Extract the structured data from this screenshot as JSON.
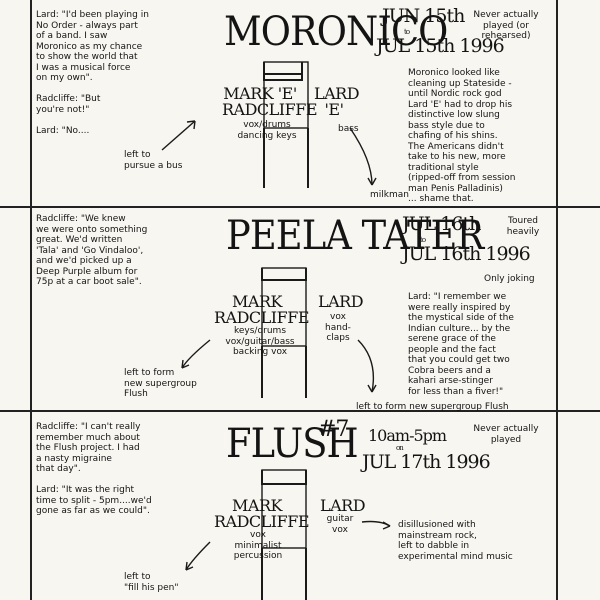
{
  "blocks": [
    {
      "title": "MORONICO",
      "date_from": "JUN 15th",
      "date_sep": "to",
      "date_to": "JUL 15th 1996",
      "status": "Never actually\nplayed (or\nrehearsed)",
      "left_quote": "Lard: \"I'd been playing in\nNo Order - always part\nof a band. I saw\nMoronico as my chance\nto show the world that\nI was a musical force\non my own\".\n\nRadcliffe: \"But\nyou're not!\"\n\nLard: \"No....",
      "right_text": "Moronico looked like\ncleaning up Stateside -\nuntil Nordic rock god\nLard 'E' had to drop his\ndistinctive low slung\nbass style due to\nchafing of his shins.\nThe Americans didn't\ntake to his new, more\ntraditional style\n(ripped-off from session\nman Penis Palladinis)\n... shame that.",
      "member1_name": "MARK 'E'\nRADCLIFFE",
      "member1_role": "vox/drums\ndancing keys",
      "member1_exit": "left to\npursue a bus",
      "member2_name": "LARD\n'E'",
      "member2_role": "bass",
      "member2_exit": "milkman"
    },
    {
      "title": "PEELA TATER",
      "date_from": "JUL 16th",
      "date_sep": "to",
      "date_to": "JUL 16th 1996",
      "status": "Toured\nheavily",
      "status2": "Only joking",
      "left_quote": "Radcliffe: \"We knew\nwe were onto something\ngreat. We'd written\n'Tala' and 'Go Vindaloo',\nand we'd picked up a\nDeep Purple album for\n75p at a car boot sale\".",
      "right_text": "Lard: \"I remember we\nwere really inspired by\nthe mystical side of the\nIndian culture... by the\nserene grace of the\npeople and the fact\nthat you could get two\nCobra beers and a\nkahari arse-stinger\nfor less than a fiver!\"",
      "member1_name": "MARK\nRADCLIFFE",
      "member1_role": "keys/drums\nvox/guitar/bass\nbacking vox",
      "member1_exit": "left to form\nnew supergroup\nFlush",
      "member2_name": "LARD",
      "member2_role": "vox\nhand-\nclaps",
      "member2_exit": "left to form new supergroup Flush"
    },
    {
      "title": "FLUSH",
      "number": "#7",
      "date_from": "10am-5pm",
      "date_sep": "on",
      "date_to": "JUL 17th 1996",
      "status": "Never actually\nplayed",
      "left_quote": "Radcliffe: \"I can't really\nremember much about\nthe Flush project. I had\na nasty migraine\nthat day\".\n\nLard: \"It was the right\ntime to split - 5pm....we'd\ngone as far as we could\".",
      "member1_name": "MARK\nRADCLIFFE",
      "member1_role": "vox\nminimalist\npercussion",
      "member1_exit": "left to\n\"fill his pen\"",
      "member2_name": "LARD",
      "member2_role": "guitar\nvox",
      "member2_exit": "disillusioned with\nmainstream rock,\nleft to dabble in\nexperimental mind music"
    }
  ]
}
